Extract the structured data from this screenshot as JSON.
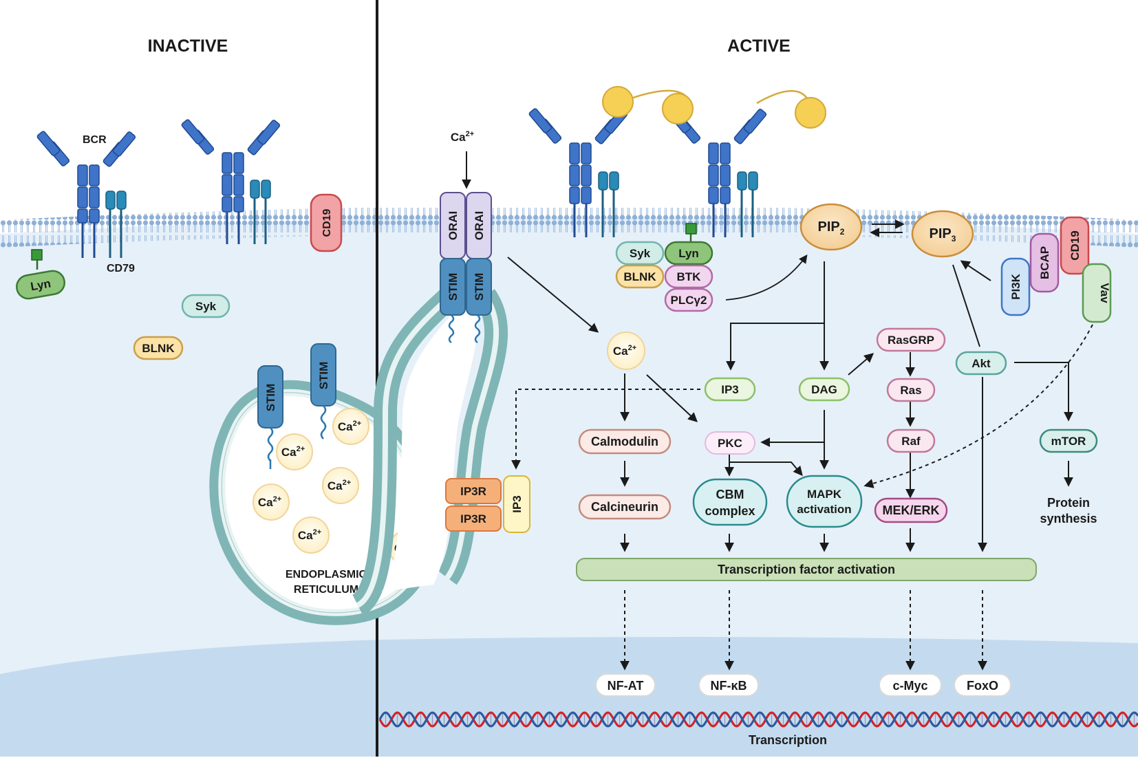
{
  "panels": {
    "inactive_title": "INACTIVE",
    "active_title": "ACTIVE"
  },
  "inactive": {
    "bcr": "BCR",
    "cd79": "CD79",
    "cd19": "CD19",
    "lyn": "Lyn",
    "syk": "Syk",
    "blnk": "BLNK",
    "stim_1": "STIM",
    "stim_2": "STIM",
    "ca_label": "Ca",
    "ca_sup": "2+",
    "er_line1": "ENDOPLASMIC",
    "er_line2": "RETICULUM"
  },
  "active": {
    "ca_entry": "Ca",
    "ca_sup": "2+",
    "orai_1": "ORAI",
    "orai_2": "ORAI",
    "stim_1": "STIM",
    "stim_2": "STIM",
    "ip3r_1": "IP3R",
    "ip3r_2": "IP3R",
    "ip3_receptor_ligand": "IP3",
    "syk": "Syk",
    "lyn": "Lyn",
    "blnk": "BLNK",
    "btk": "BTK",
    "plcg2": "PLCγ2",
    "pip2": "PIP",
    "pip2_sub": "2",
    "pip3": "PIP",
    "pip3_sub": "3",
    "pi3k": "PI3K",
    "bcap": "BCAP",
    "cd19": "CD19",
    "vav": "Vav",
    "ca_node": "Ca",
    "ip3": "IP3",
    "dag": "DAG",
    "rasgrp": "RasGRP",
    "ras": "Ras",
    "raf": "Raf",
    "mek_erk": "MEK/ERK",
    "akt": "Akt",
    "mtor": "mTOR",
    "protein_synthesis_1": "Protein",
    "protein_synthesis_2": "synthesis",
    "calmodulin": "Calmodulin",
    "calcineurin": "Calcineurin",
    "pkc": "PKC",
    "cbm_1": "CBM",
    "cbm_2": "complex",
    "mapk_1": "MAPK",
    "mapk_2": "activation",
    "tf_activation": "Transcription factor activation",
    "nfat": "NF-AT",
    "nfkb": "NF-κB",
    "cmyc": "c-Myc",
    "foxo": "FoxO",
    "transcription": "Transcription"
  },
  "colors": {
    "cytoplasm": "#e6f0f9",
    "nucleus": "#bfd8ee",
    "membrane": "#8eaed4",
    "receptor_blue": "#3f74c8",
    "er_teal": "#7fb5b5",
    "dna_red": "#d2232a",
    "dna_blue": "#2c5aa0"
  }
}
